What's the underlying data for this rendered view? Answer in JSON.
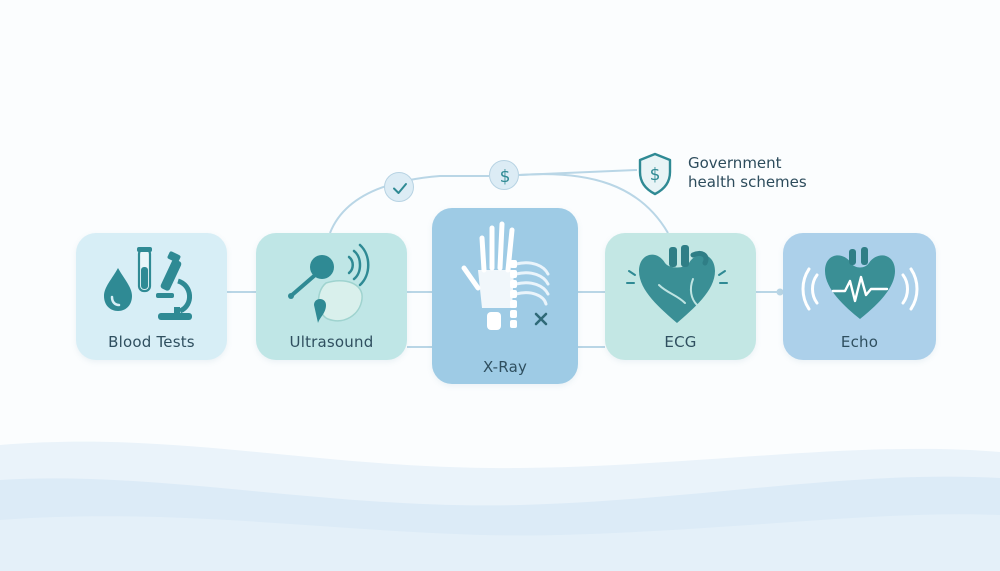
{
  "steps": [
    {
      "id": "blood",
      "label": "Blood Tests",
      "icon": "blood-drop-microscope-icon"
    },
    {
      "id": "ultra",
      "label": "Ultrasound",
      "icon": "ultrasound-probe-icon"
    },
    {
      "id": "xray",
      "label": "X-Ray",
      "icon": "xray-hand-chest-icon"
    },
    {
      "id": "ecg",
      "label": "ECG",
      "icon": "heart-icon"
    },
    {
      "id": "echo",
      "label": "Echo",
      "icon": "heart-pulse-icon"
    }
  ],
  "coverage": {
    "line1": "Government",
    "line2": "health schemes",
    "icons": [
      "check-icon",
      "dollar-icon",
      "shield-dollar-icon"
    ]
  },
  "colors": {
    "accent": "#2f8a94",
    "line": "#b9d6e6",
    "wave": "#dcebf7"
  }
}
